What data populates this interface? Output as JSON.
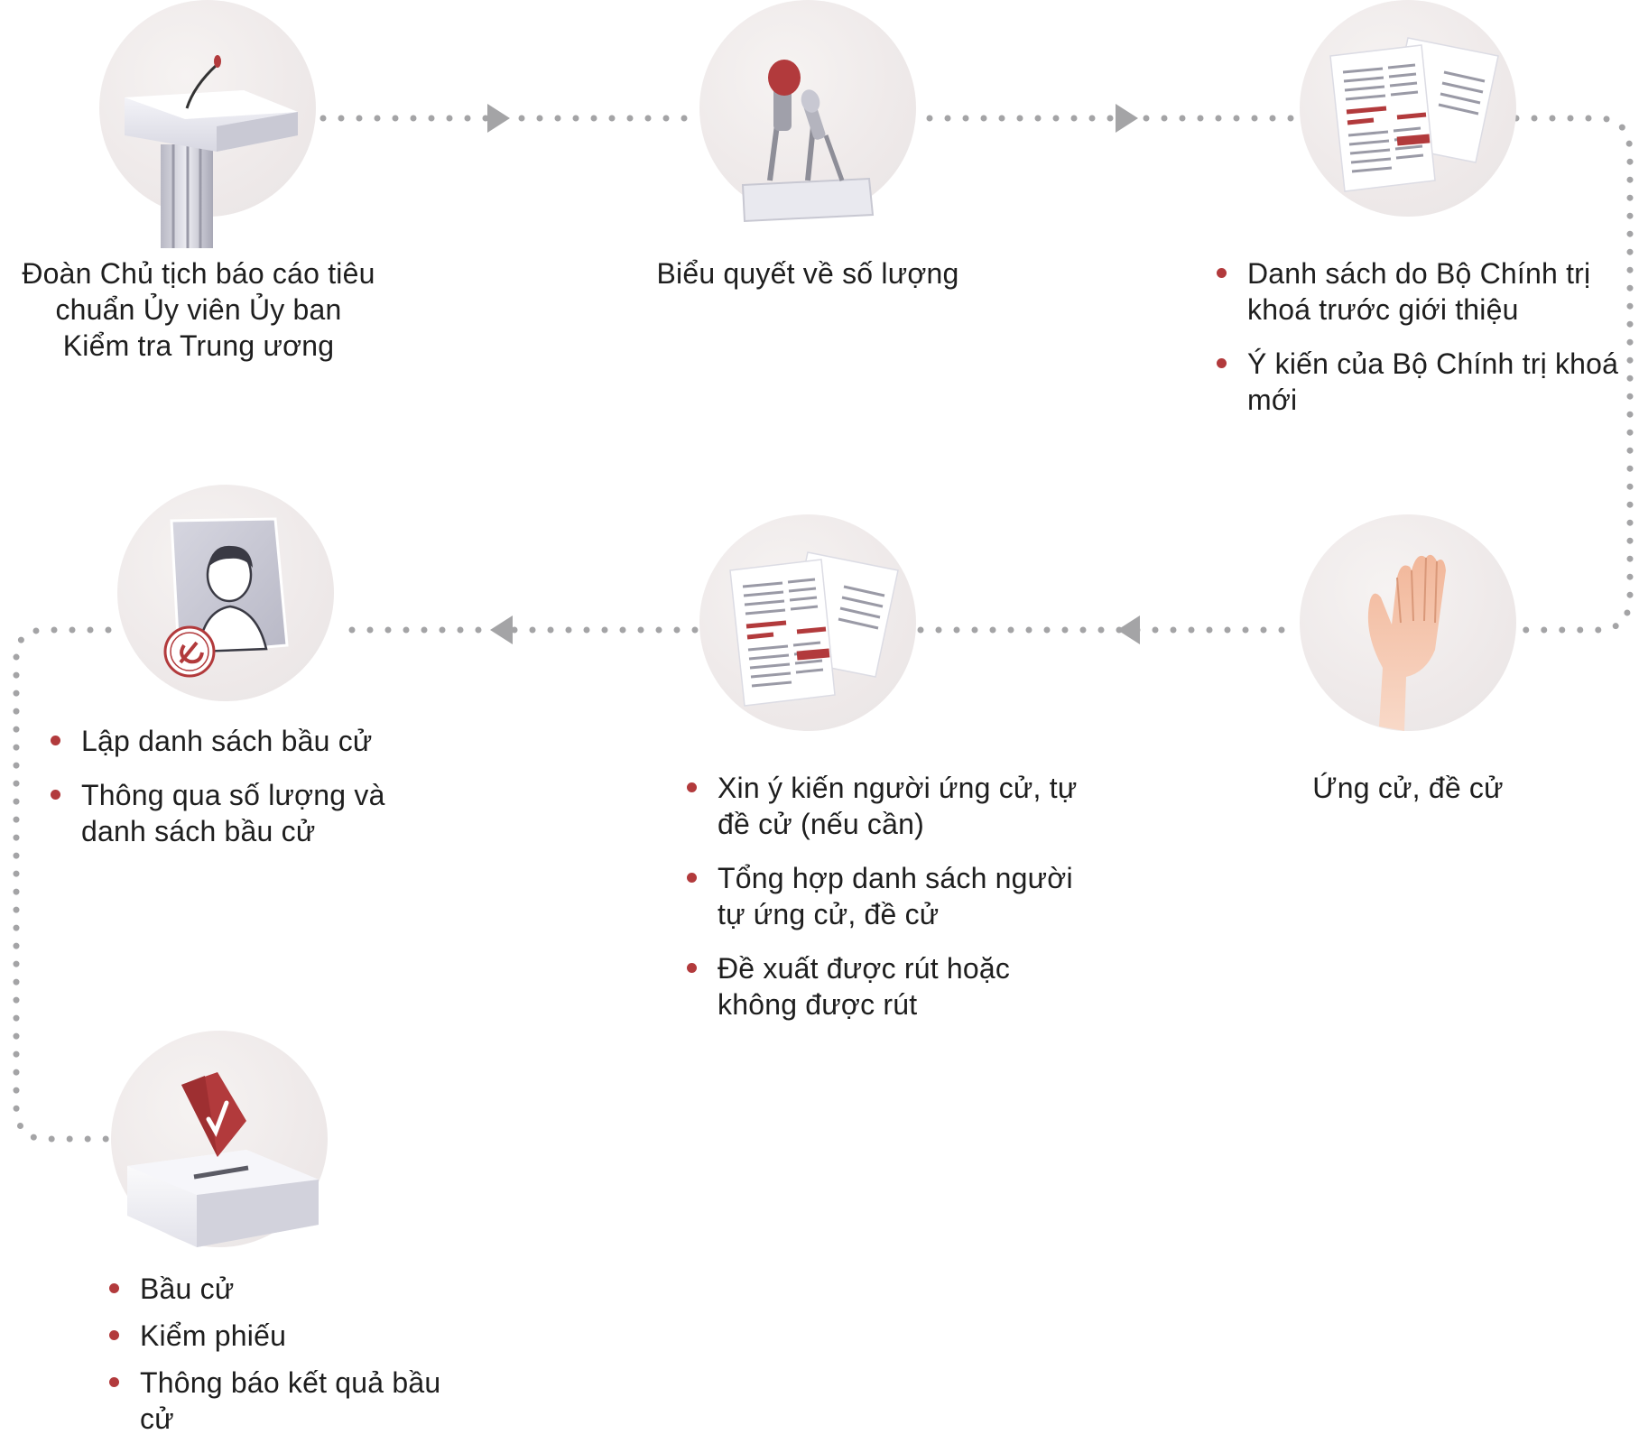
{
  "theme": {
    "accent": "#b23a3c",
    "connector": "#a4a4a6",
    "circle_fill": "#efeaea"
  },
  "steps": [
    {
      "icon": "podium-microphone-icon",
      "lines": [
        "Đoàn Chủ tịch báo cáo tiêu",
        "chuẩn Ủy viên Ủy ban",
        "Kiểm tra Trung ương"
      ]
    },
    {
      "icon": "microphones-icon",
      "lines": [
        "Biểu quyết về số lượng"
      ]
    },
    {
      "icon": "documents-icon",
      "bullets": [
        "Danh sách do Bộ Chính trị khoá trước giới thiệu",
        "Ý kiến của Bộ Chính trị khoá mới"
      ]
    },
    {
      "icon": "raised-hand-icon",
      "lines": [
        "Ứng cử, đề cử"
      ]
    },
    {
      "icon": "documents-icon",
      "bullets": [
        "Xin ý kiến người ứng cử, tự đề cử (nếu cần)",
        "Tổng hợp danh sách người tự ứng cử, đề cử",
        "Đề xuất được rút hoặc không được rút"
      ]
    },
    {
      "icon": "candidate-portrait-icon",
      "bullets": [
        "Lập danh sách bầu cử",
        "Thông qua số lượng và danh sách bầu cử"
      ]
    },
    {
      "icon": "ballot-box-icon",
      "bullets": [
        "Bầu cử",
        "Kiểm phiếu",
        "Thông báo kết quả bầu cử"
      ]
    }
  ]
}
